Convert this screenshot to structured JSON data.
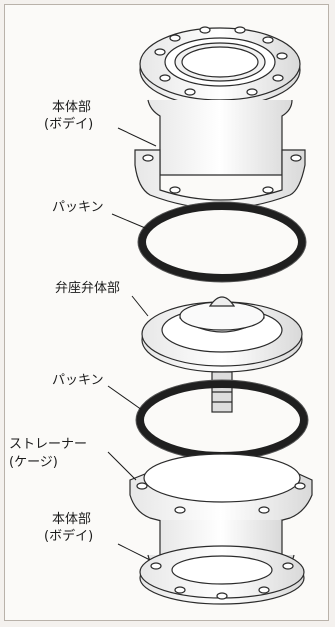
{
  "labels": {
    "body_top_1": "本体部",
    "body_top_2": "(ボデイ)",
    "packing_top": "パッキン",
    "valve_seat": "弁座弁体部",
    "packing_bottom": "パッキン",
    "strainer_1": "ストレーナー",
    "strainer_2": "(ケージ)",
    "body_bottom_1": "本体部",
    "body_bottom_2": "(ボデイ)"
  },
  "colors": {
    "line": "#2b2b2b",
    "fill": "#f7f7f7",
    "gasket": "#1f1f1f"
  }
}
